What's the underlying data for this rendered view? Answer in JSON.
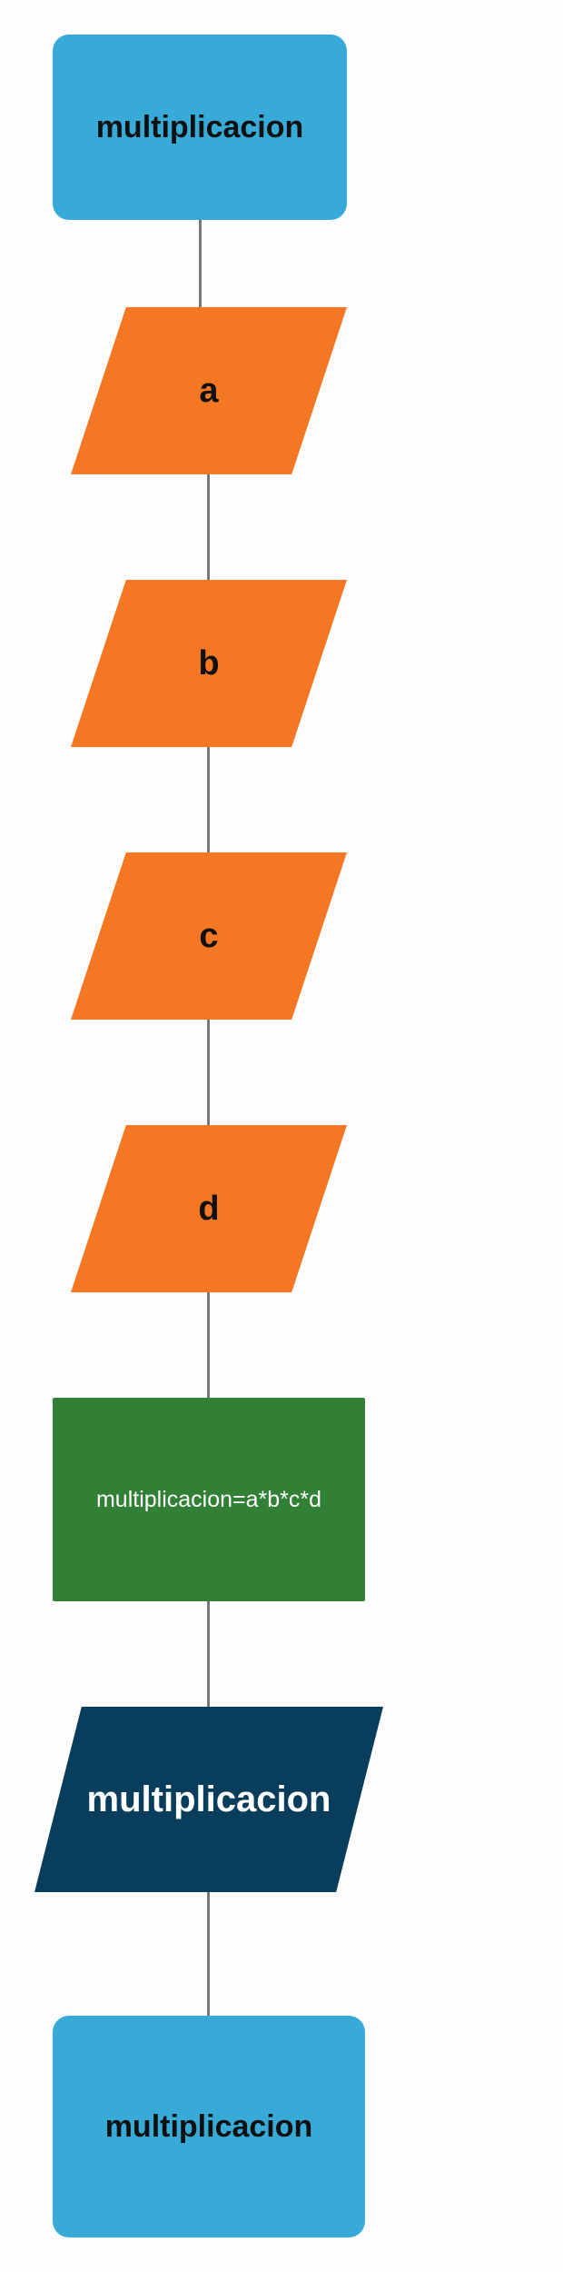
{
  "flowchart": {
    "start_label": "multiplicacion",
    "inputs": [
      "a",
      "b",
      "c",
      "d"
    ],
    "process_label": "multiplicacion=a*b*c*d",
    "output_label": "multiplicacion",
    "end_label": "multiplicacion"
  },
  "colors": {
    "terminal": "#37aad7",
    "input": "#f47723",
    "process": "#327f36",
    "output": "#093d5c",
    "connector": "#7a7a7a"
  }
}
